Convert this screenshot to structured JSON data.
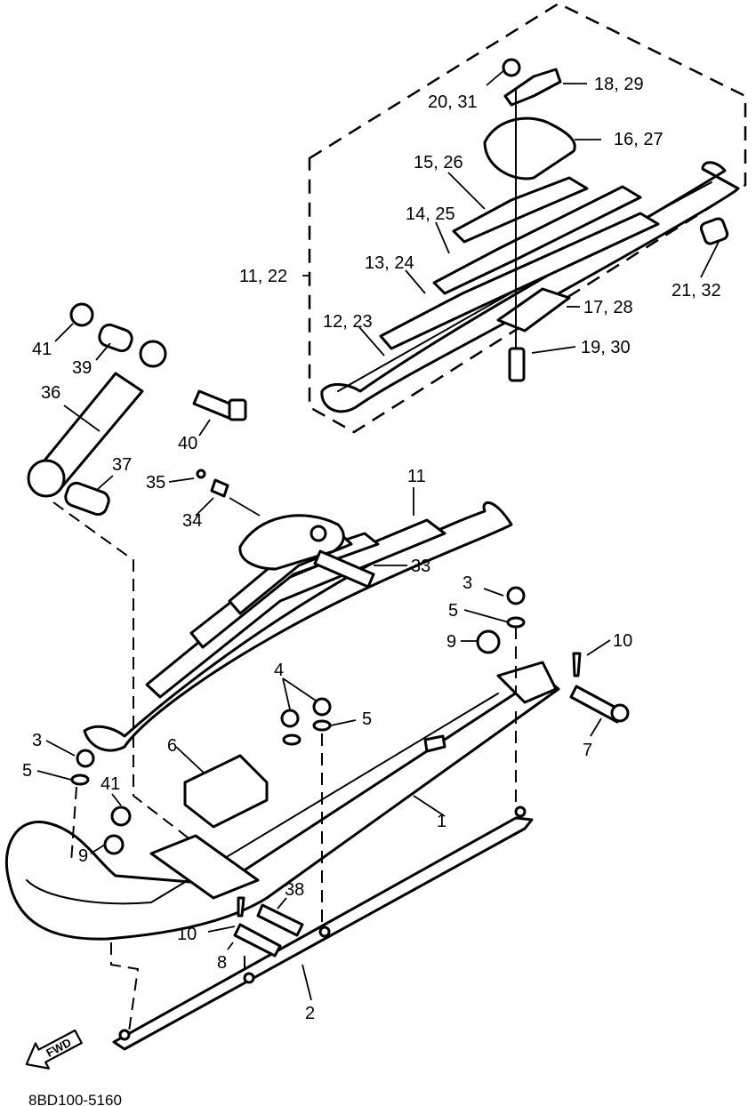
{
  "diagram_code": "8BD100-5160",
  "fwd_label": "FWD",
  "labels": {
    "p1": "1",
    "p2": "2",
    "p3a": "3",
    "p3b": "3",
    "p4": "4",
    "p5a": "5",
    "p5b": "5",
    "p5c": "5",
    "p6": "6",
    "p7": "7",
    "p8": "8",
    "p9a": "9",
    "p9b": "9",
    "p10a": "10",
    "p10b": "10",
    "p11": "11",
    "p11_22": "11, 22",
    "p12_23": "12, 23",
    "p13_24": "13, 24",
    "p14_25": "14, 25",
    "p15_26": "15, 26",
    "p16_27": "16, 27",
    "p17_28": "17, 28",
    "p18_29": "18, 29",
    "p19_30": "19, 30",
    "p20_31": "20, 31",
    "p21_32": "21, 32",
    "p33": "33",
    "p34": "34",
    "p35": "35",
    "p36": "36",
    "p37": "37",
    "p38": "38",
    "p39": "39",
    "p40": "40",
    "p41a": "41",
    "p41b": "41"
  }
}
